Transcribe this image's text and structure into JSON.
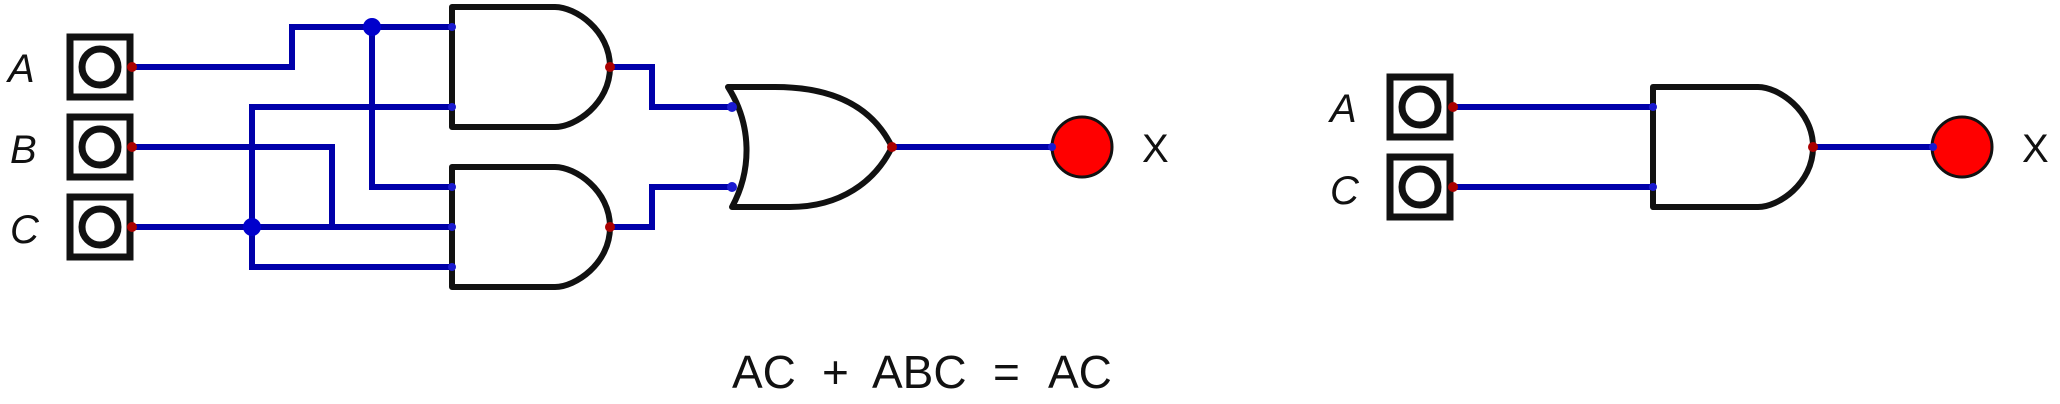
{
  "left_circuit": {
    "inputs": [
      {
        "id": "A",
        "label": "A"
      },
      {
        "id": "B",
        "label": "B"
      },
      {
        "id": "C",
        "label": "C"
      }
    ],
    "gates": [
      "AND",
      "AND",
      "OR"
    ],
    "output_label": "X"
  },
  "right_circuit": {
    "inputs": [
      {
        "id": "A",
        "label": "A"
      },
      {
        "id": "C",
        "label": "C"
      }
    ],
    "gates": [
      "AND"
    ],
    "output_label": "X"
  },
  "equation": {
    "lhs1": "AC",
    "op1": "+",
    "lhs2": "ABC",
    "op2": "=",
    "rhs": "AC"
  },
  "colors": {
    "wire": "#0000aa",
    "junction": "#0000cc",
    "output_pin": "#aa0000",
    "lamp_on": "#ff0000"
  }
}
